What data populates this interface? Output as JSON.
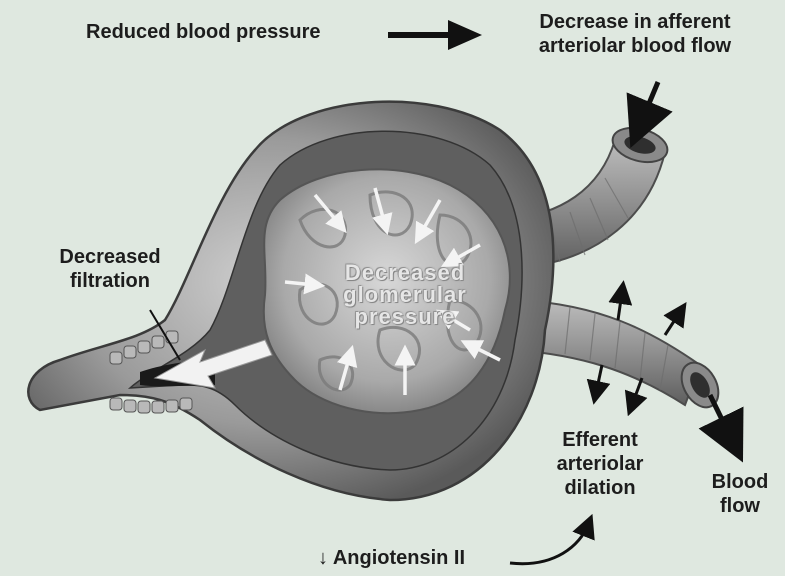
{
  "labels": {
    "reduced_bp": "Reduced blood pressure",
    "afferent_line1": "Decrease in afferent",
    "afferent_line2": "arteriolar blood flow",
    "decreased_filtration_line1": "Decreased",
    "decreased_filtration_line2": "filtration",
    "glomerular_line1": "Decreased",
    "glomerular_line2": "glomerular",
    "glomerular_line3": "pressure",
    "efferent_line1": "Efferent",
    "efferent_line2": "arteriolar",
    "efferent_line3": "dilation",
    "blood_flow_line1": "Blood",
    "blood_flow_line2": "flow",
    "angiotensin": "↓ Angiotensin II"
  },
  "colors": {
    "background": "#dfe8e0",
    "text": "#1d1d1d",
    "arrow": "#111111"
  }
}
